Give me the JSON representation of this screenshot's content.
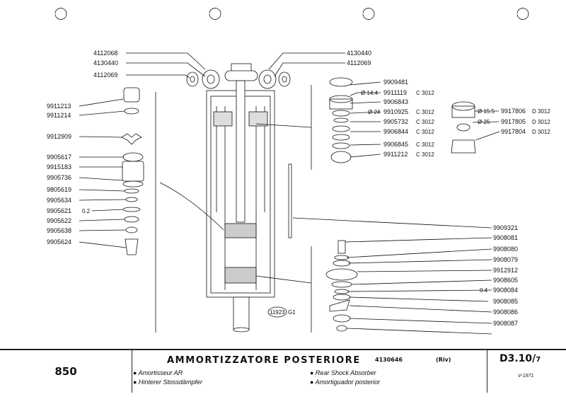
{
  "labels_left": [
    "4112068",
    "4130440",
    "4112069",
    "9911213",
    "9911214",
    "9912909",
    "9905617",
    "9915183",
    "9905736",
    "9805619",
    "9905634",
    "9905621",
    "9905622",
    "9905638",
    "9905624"
  ],
  "labels_top_right": [
    "4130440",
    "4112069"
  ],
  "labels_mid": [
    "9909481",
    "9911119",
    "9906843",
    "9910925",
    "9905732",
    "9906844",
    "9906845",
    "9911212"
  ],
  "labels_right": [
    "9909321",
    "9908081",
    "9908080",
    "9908079",
    "9912912",
    "9908605",
    "9908084",
    "9908085",
    "9908086",
    "9908087"
  ],
  "labels_far": [
    "9917806",
    "9917805",
    "9917804"
  ],
  "spec": {
    "d14": "Ø 14.4",
    "d24": "Ø 24",
    "d155": "Ø 15.5",
    "d25": "Ø 25",
    "c": "C 3012",
    "d": "D 3012",
    "v02": "0.2",
    "v04": "0.4"
  },
  "drawing_ref": "11923",
  "drawing_ref_suffix": "G1",
  "footer": {
    "model": "850",
    "title": "AMMORTIZZATORE POSTERIORE",
    "part_number": "4130646",
    "maker": "(Riv)",
    "fr": "● Amortisseur AR",
    "de": "● Hinterer Stossdämpfer",
    "en": "● Rear Shock Absorber",
    "es": "● Amortiguador posterior",
    "code": "D3.10/",
    "code_sub": "7",
    "date": "V-1971"
  }
}
